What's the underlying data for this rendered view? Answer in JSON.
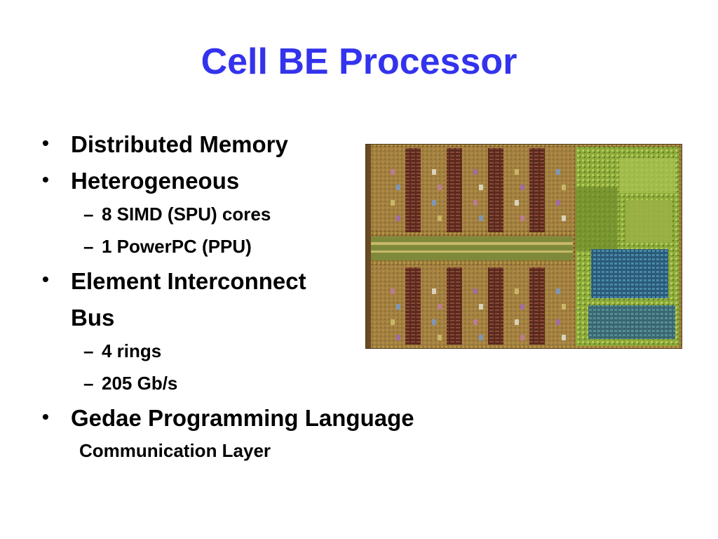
{
  "slide": {
    "title": "Cell BE Processor",
    "title_color": "#3333ee",
    "items": [
      {
        "text": "Distributed Memory"
      },
      {
        "text": "Heterogeneous"
      },
      {
        "text": "8 SIMD (SPU) cores"
      },
      {
        "text": "1 PowerPC (PPU)"
      },
      {
        "text": "Element Interconnect"
      },
      {
        "text": "Bus"
      },
      {
        "text": "4 rings"
      },
      {
        "text": "205 Gb/s"
      },
      {
        "text": "Gedae Programming Language"
      },
      {
        "text": "Communication Layer"
      }
    ],
    "bullet_glyph": "•",
    "dash_glyph": "–"
  },
  "image": {
    "icon": "cell-processor-die-photo"
  }
}
